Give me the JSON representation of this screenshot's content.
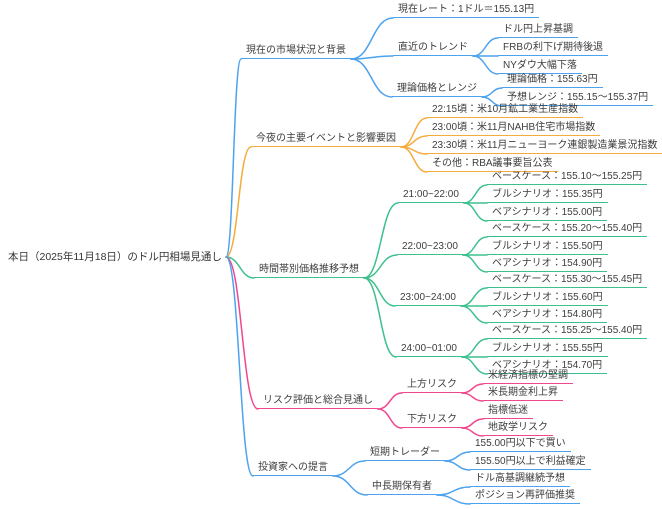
{
  "palette": {
    "blue": "#4da2ee",
    "orange": "#f5ac3d",
    "green": "#3cc08c",
    "pink": "#f1478f"
  },
  "root": {
    "label": "本日（2025年11月18日）のドル円相場見通し"
  },
  "branches": [
    {
      "label": "現在の市場状況と背景",
      "color": "blue",
      "children": [
        {
          "label": "現在レート：1ドル＝155.13円"
        },
        {
          "label": "直近のトレンド",
          "children": [
            {
              "label": "ドル円上昇基調"
            },
            {
              "label": "FRBの利下げ期待後退"
            },
            {
              "label": "NYダウ大幅下落"
            }
          ]
        },
        {
          "label": "理論価格とレンジ",
          "children": [
            {
              "label": "理論価格：155.63円"
            },
            {
              "label": "予想レンジ：155.15～155.37円"
            }
          ]
        }
      ]
    },
    {
      "label": "今夜の主要イベントと影響要因",
      "color": "orange",
      "children": [
        {
          "label": "22:15頃：米10月鉱工業生産指数"
        },
        {
          "label": "23:00頃：米11月NAHB住宅市場指数"
        },
        {
          "label": "23:30頃：米11月ニューヨーク連銀製造業景況指数"
        },
        {
          "label": "その他：RBA議事要旨公表"
        }
      ]
    },
    {
      "label": "時間帯別価格推移予想",
      "color": "green",
      "children": [
        {
          "label": "21:00~22:00",
          "children": [
            {
              "label": "ベースケース：155.10～155.25円"
            },
            {
              "label": "ブルシナリオ：155.35円"
            },
            {
              "label": "ベアシナリオ：155.00円"
            }
          ]
        },
        {
          "label": "22:00~23:00",
          "children": [
            {
              "label": "ベースケース：155.20～155.40円"
            },
            {
              "label": "ブルシナリオ：155.50円"
            },
            {
              "label": "ベアシナリオ：154.90円"
            }
          ]
        },
        {
          "label": "23:00~24:00",
          "children": [
            {
              "label": "ベースケース：155.30～155.45円"
            },
            {
              "label": "ブルシナリオ：155.60円"
            },
            {
              "label": "ベアシナリオ：154.80円"
            }
          ]
        },
        {
          "label": "24:00~01:00",
          "children": [
            {
              "label": "ベースケース：155.25～155.40円"
            },
            {
              "label": "ブルシナリオ：155.55円"
            },
            {
              "label": "ベアシナリオ：154.70円"
            }
          ]
        }
      ]
    },
    {
      "label": "リスク評価と総合見通し",
      "color": "pink",
      "children": [
        {
          "label": "上方リスク",
          "children": [
            {
              "label": "米経済指標の堅調"
            },
            {
              "label": "米長期金利上昇"
            }
          ]
        },
        {
          "label": "下方リスク",
          "children": [
            {
              "label": "指標低迷"
            },
            {
              "label": "地政学リスク"
            }
          ]
        }
      ]
    },
    {
      "label": "投資家への提言",
      "color": "blue",
      "children": [
        {
          "label": "短期トレーダー",
          "children": [
            {
              "label": "155.00円以下で買い"
            },
            {
              "label": "155.50円以上で利益確定"
            }
          ]
        },
        {
          "label": "中長期保有者",
          "children": [
            {
              "label": "ドル高基調継続予想"
            },
            {
              "label": "ポジション再評価推奨"
            }
          ]
        }
      ]
    }
  ]
}
